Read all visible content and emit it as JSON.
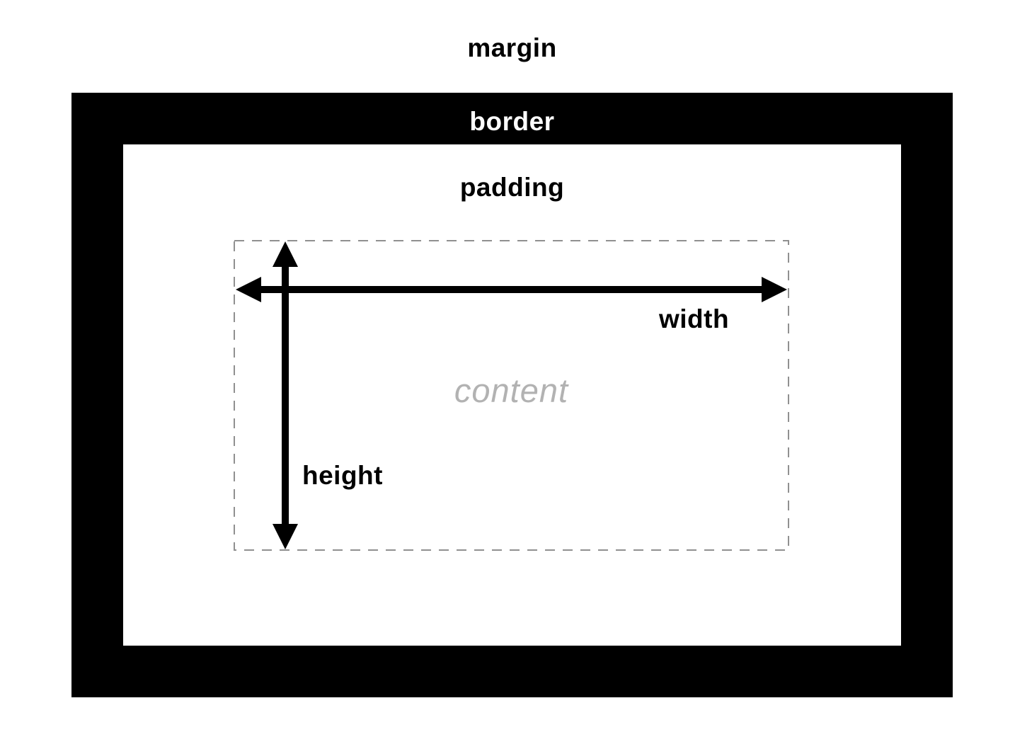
{
  "diagram": {
    "title": "CSS box model diagram",
    "labels": {
      "margin": "margin",
      "border": "border",
      "padding": "padding",
      "content": "content",
      "width": "width",
      "height": "height"
    },
    "icons": {
      "width_arrow": "double-headed-horizontal-arrow",
      "height_arrow": "double-headed-vertical-arrow"
    },
    "colors": {
      "background": "#ffffff",
      "border_box_fill": "#000000",
      "border_label_text": "#ffffff",
      "label_text": "#000000",
      "content_dashed_stroke": "#909090",
      "content_text": "#b2b2b2",
      "arrow": "#000000"
    }
  }
}
